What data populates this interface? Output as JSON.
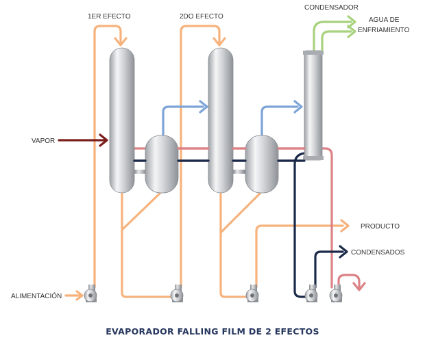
{
  "labels": {
    "effect1": "1ER EFECTO",
    "effect2": "2DO EFECTO",
    "condenser": "CONDENSADOR",
    "cooling_water_line1": "AGUA DE",
    "cooling_water_line2": "ENFRIAMIENTO",
    "steam": "VAPOR",
    "product": "PRODUCTO",
    "condensates": "CONDENSADOS",
    "feed": "ALIMENTACIÓN"
  },
  "caption": "EVAPORADOR FALLING FILM DE 2 EFECTOS",
  "colors": {
    "feed_line": "#f7b27c",
    "vacuum_line": "#1c2a4a",
    "vapor_line": "#dc8286",
    "vapor_transfer": "#7da4d8",
    "cooling_water": "#a8d27d",
    "steam": "#7b1f1c",
    "vessel_metal": "#c4c7cb"
  },
  "icons": [
    "pump-icon",
    "arrow-icon"
  ]
}
